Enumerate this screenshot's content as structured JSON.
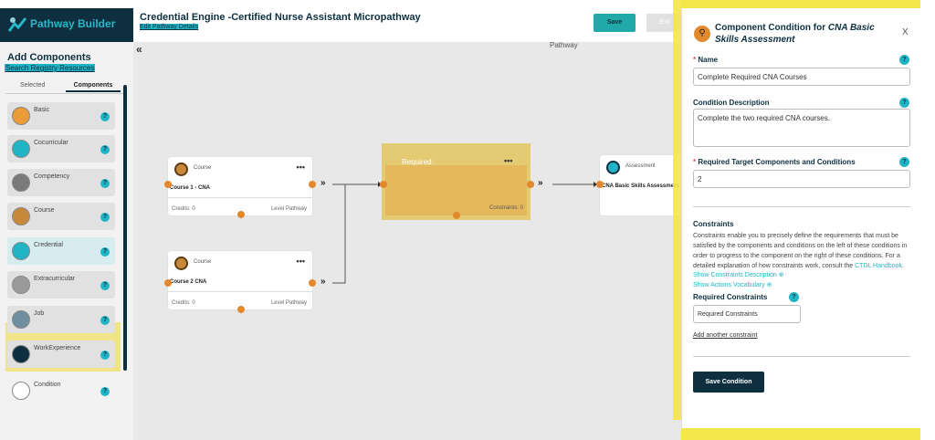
{
  "app": {
    "title": "Pathway Builder"
  },
  "sidebar": {
    "heading": "Add Components",
    "search_link": "Search Registry Resources",
    "tabs": [
      "Selected",
      "Components"
    ],
    "items": [
      {
        "label": "Basic",
        "icon": "basic-icon",
        "color": "#e89b36"
      },
      {
        "label": "Cocurricular",
        "icon": "cocurricular-icon",
        "color": "#20b5c6"
      },
      {
        "label": "Competency",
        "icon": "competency-icon",
        "color": "#7a7a7a"
      },
      {
        "label": "Course",
        "icon": "course-icon",
        "color": "#c8883c"
      },
      {
        "label": "Credential",
        "icon": "credential-icon",
        "color": "#20b5c6"
      },
      {
        "label": "Extracurricular",
        "icon": "extracurricular-icon",
        "color": "#9a9a9a"
      },
      {
        "label": "Job",
        "icon": "job-icon",
        "color": "#6f8ea0"
      },
      {
        "label": "WorkExperience",
        "icon": "workexperience-icon",
        "color": "#0d2f3f"
      },
      {
        "label": "Condition",
        "icon": "condition-icon",
        "color": "#ffffff"
      }
    ],
    "help": "?"
  },
  "header": {
    "title": "Credential Engine -Certified Nurse Assistant Micropathway",
    "edit_link": "Edit Pathway Details",
    "save": "Save",
    "exit": "Exit",
    "canvas_label": "Pathway"
  },
  "canvas": {
    "collapse": "«",
    "nodes": [
      {
        "type": "Course",
        "name": "Course 1 - CNA",
        "credits": "Credits: 0",
        "level": "Level Pathway"
      },
      {
        "type": "Course",
        "name": "Course 2 CNA",
        "credits": "Credits: 0",
        "level": "Level Pathway"
      }
    ],
    "required": {
      "type": "Required:",
      "constraints": "Constraints: 0"
    },
    "assessment": {
      "type": "Assessment",
      "name": "CNA Basic Skills Assessment"
    },
    "menu": "•••"
  },
  "panel": {
    "title_prefix": "Component Condition for ",
    "title_em": "CNA Basic Skills Assessment",
    "close": "X",
    "name_label": "Name",
    "name_value": "Complete Required CNA Courses",
    "desc_label": "Condition Description",
    "desc_value": "Complete the two required CNA courses.",
    "target_label": "Required Target Components and Conditions",
    "target_value": "2",
    "constraints_heading": "Constraints",
    "constraints_text": "Constraints enable you to precisely define the requirements that must be satisfied by the components and conditions on the left of these conditions in order to progress to the component on the right of these conditions. For a detailed explanation of how constraints work, consult the ",
    "handbook_link": "CTDL Handbook",
    "show_desc": "Show Constraints Description",
    "show_vocab": "Show Actions Vocabulary",
    "req_constraints_label": "Required Constraints",
    "req_constraints_value": "Required Constraints",
    "add_constraint": "Add another constraint",
    "save_button": "Save Condition",
    "help": "?"
  },
  "colors": {
    "navy": "#0d2f3f",
    "teal": "#20b5c6",
    "orange": "#e2892e",
    "highlight": "#f4e64b"
  }
}
